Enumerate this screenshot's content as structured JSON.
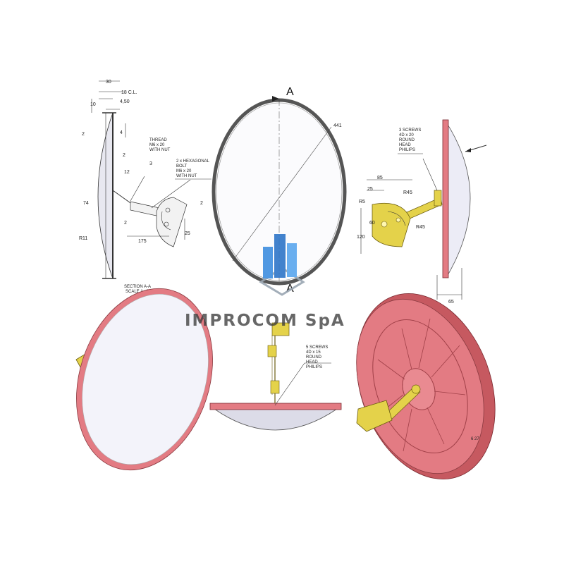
{
  "watermark": {
    "company": "IMPROCOM SpA"
  },
  "colors": {
    "frame": "#e37b83",
    "frame_dark": "#b04a52",
    "bracket": "#e4d24a",
    "mirror": "#e6e6f2",
    "logo_blue": "#3e8ee0"
  },
  "section_view": {
    "dims": {
      "d30": "30",
      "d18cl": "18 C.L.",
      "d10": "10",
      "d450": "4,50",
      "d4": "4",
      "d2a": "2",
      "d2b": "2",
      "d3": "3",
      "d12": "12",
      "d74": "74",
      "d2c": "2",
      "r11": "R11",
      "d175": "175",
      "d25": "25",
      "d2d": "2"
    },
    "thread_label": [
      "THREAD",
      "M6 x 20",
      "WITH NUT"
    ],
    "bolt_label": [
      "2 x HEXAGONAL",
      "BOLT",
      "M6 x 20",
      "WITH NUT"
    ],
    "section_title": [
      "SECTION A-A",
      "SCALE 1 : 5"
    ]
  },
  "front_view": {
    "section_mark": "A",
    "diameter": "441"
  },
  "side_view": {
    "screws_label": [
      "3 SCREWS",
      "4D x 20",
      "ROUND",
      "HEAD",
      "PHILIPS"
    ],
    "dims": {
      "d85": "85",
      "d25": "25",
      "r5": "R5",
      "r45a": "R45",
      "r45b": "R45",
      "d60": "60",
      "d120": "120",
      "d65": "65"
    }
  },
  "bottom_view": {
    "screws_label": [
      "5 SCREWS",
      "4D x 15",
      "ROUND",
      "HEAD",
      "PHILIPS"
    ]
  },
  "rear_view": {
    "part_no": "6 27"
  }
}
